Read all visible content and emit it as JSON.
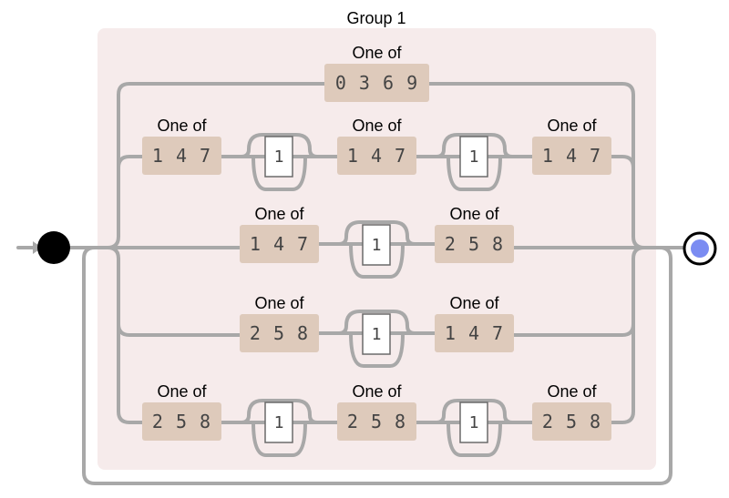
{
  "group": {
    "label": "Group 1"
  },
  "one_of_label": "One of",
  "rows": [
    {
      "items": [
        {
          "type": "set",
          "text": "0 3 6 9"
        }
      ]
    },
    {
      "items": [
        {
          "type": "set",
          "text": "1 4 7"
        },
        {
          "type": "literal",
          "text": "1"
        },
        {
          "type": "set",
          "text": "1 4 7"
        },
        {
          "type": "literal",
          "text": "1"
        },
        {
          "type": "set",
          "text": "1 4 7"
        }
      ]
    },
    {
      "items": [
        {
          "type": "set",
          "text": "1 4 7"
        },
        {
          "type": "literal",
          "text": "1"
        },
        {
          "type": "set",
          "text": "2 5 8"
        }
      ]
    },
    {
      "items": [
        {
          "type": "set",
          "text": "2 5 8"
        },
        {
          "type": "literal",
          "text": "1"
        },
        {
          "type": "set",
          "text": "1 4 7"
        }
      ]
    },
    {
      "items": [
        {
          "type": "set",
          "text": "2 5 8"
        },
        {
          "type": "literal",
          "text": "1"
        },
        {
          "type": "set",
          "text": "2 5 8"
        },
        {
          "type": "literal",
          "text": "1"
        },
        {
          "type": "set",
          "text": "2 5 8"
        }
      ]
    }
  ],
  "colors": {
    "group_background": "#f6ebeb",
    "set_box": "#decabb",
    "wire": "#a8a8a8",
    "start_node": "#000000",
    "end_node": "#7b8cf2"
  }
}
